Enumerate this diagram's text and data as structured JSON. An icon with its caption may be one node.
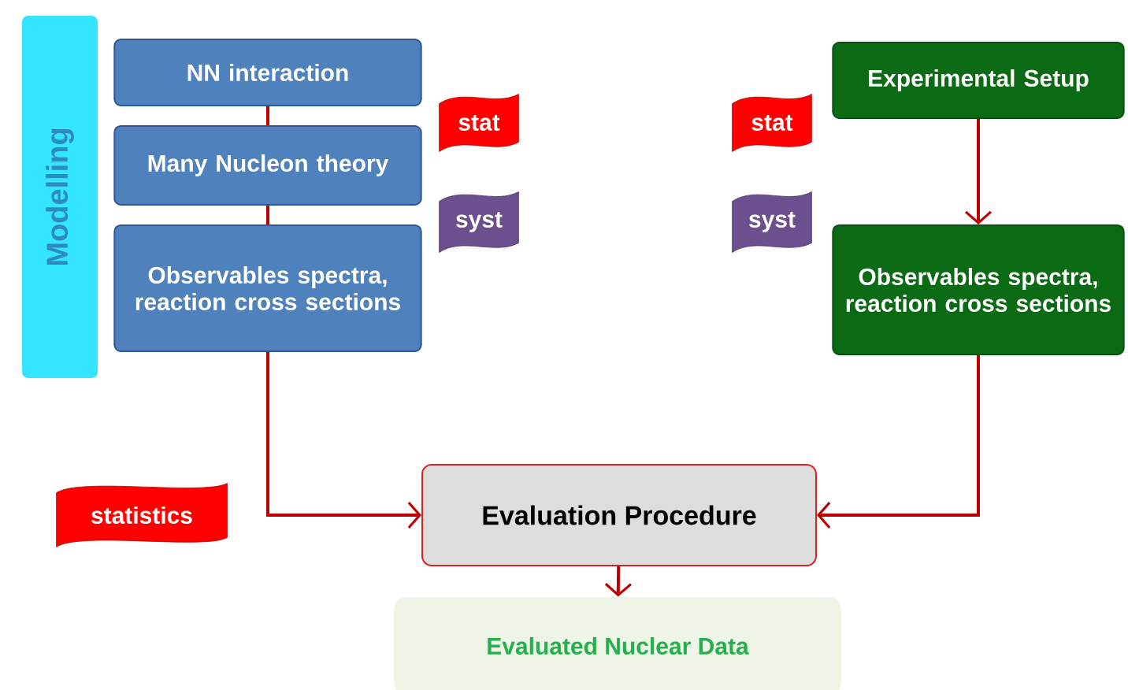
{
  "diagram": {
    "nodes": [
      {
        "text": [
          "Modelling"
        ]
      },
      {
        "text": [
          "NN interaction"
        ]
      },
      {
        "text": [
          "Many Nucleon theory"
        ]
      },
      {
        "text": [
          "Observables spectra, reaction cross sections"
        ]
      },
      {
        "text": [
          "stat"
        ]
      },
      {
        "text": [
          "syst"
        ]
      },
      {
        "text": [
          "stat"
        ]
      },
      {
        "text": [
          "syst"
        ]
      },
      {
        "text": [
          "Experimental Setup"
        ]
      },
      {
        "text": [
          "Observables spectra, reaction cross sections"
        ]
      },
      {
        "text": [
          "statistics"
        ]
      },
      {
        "text": [
          "Evaluation Procedure"
        ]
      },
      {
        "text": [
          "Evaluated Nuclear Data"
        ]
      }
    ],
    "edges": [
      {
        "from": 1,
        "to": 2,
        "arrow": "none"
      },
      {
        "from": 2,
        "to": 3,
        "arrow": "none"
      },
      {
        "from": 3,
        "to": 11,
        "arrow": "to"
      },
      {
        "from": 8,
        "to": 9,
        "arrow": "to"
      },
      {
        "from": 9,
        "to": 11,
        "arrow": "to"
      },
      {
        "from": 11,
        "to": 12,
        "arrow": "to"
      }
    ]
  }
}
